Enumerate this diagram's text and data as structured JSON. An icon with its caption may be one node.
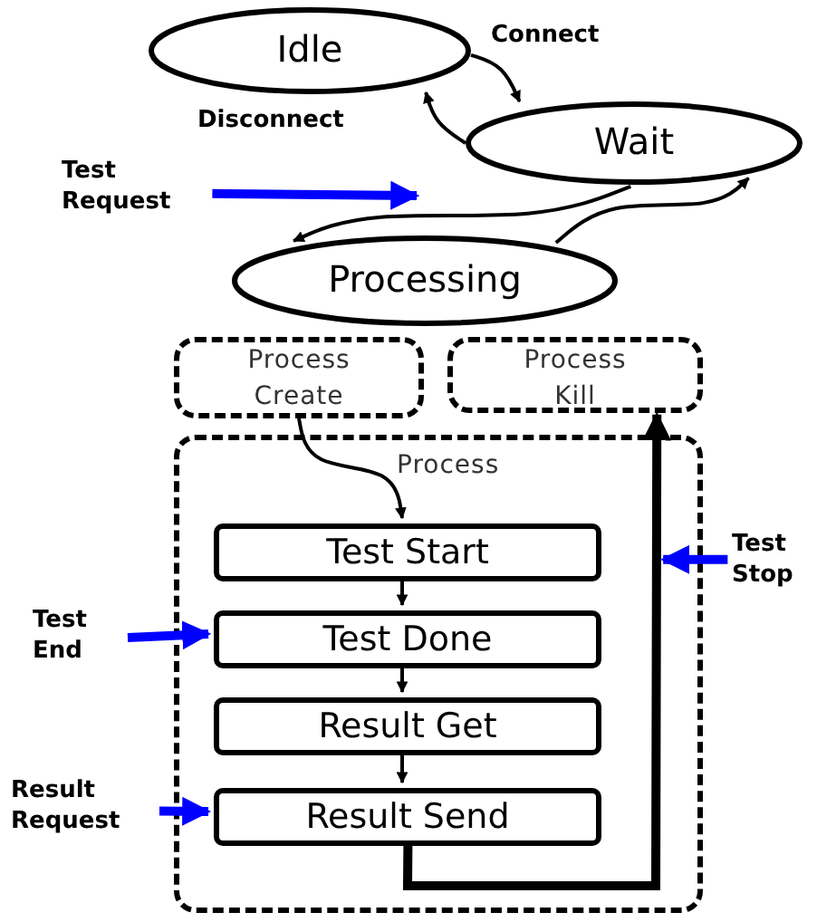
{
  "diagram": {
    "nodes": [
      {
        "text": [
          "Idle"
        ]
      },
      {
        "text": [
          "Wait"
        ]
      },
      {
        "text": [
          "Processing"
        ]
      },
      {
        "text": [
          "Process Create"
        ]
      },
      {
        "text": [
          "Process Kill"
        ]
      },
      {
        "text": [
          "Process"
        ]
      },
      {
        "text": [
          "Test Start"
        ],
        "in": 5
      },
      {
        "text": [
          "Test Done"
        ],
        "in": 5
      },
      {
        "text": [
          "Result Get"
        ],
        "in": 5
      },
      {
        "text": [
          "Result Send"
        ],
        "in": 5
      },
      {
        "text": [
          "Test Request"
        ]
      },
      {
        "text": [
          "Test End"
        ]
      },
      {
        "text": [
          "Result Request"
        ]
      },
      {
        "text": [
          "Test Stop"
        ]
      }
    ],
    "edges": [
      {
        "from": 0,
        "to": 1,
        "arrow": "to",
        "label": "Connect"
      },
      {
        "from": 1,
        "to": 0,
        "arrow": "to",
        "label": "Disconnect"
      },
      {
        "from": 1,
        "to": 2,
        "arrow": "to"
      },
      {
        "from": 2,
        "to": 1,
        "arrow": "to"
      },
      {
        "from": 3,
        "to": 6,
        "arrow": "to"
      },
      {
        "from": 6,
        "to": 7,
        "arrow": "to"
      },
      {
        "from": 7,
        "to": 8,
        "arrow": "to"
      },
      {
        "from": 8,
        "to": 9,
        "arrow": "to"
      },
      {
        "from": 9,
        "to": 4,
        "arrow": "to",
        "style": "thick"
      },
      {
        "from": 10,
        "to": 2,
        "arrow": "to",
        "style": "thick",
        "color": "#0000ff"
      },
      {
        "from": 11,
        "to": 7,
        "arrow": "to",
        "style": "thick",
        "color": "#0000ff"
      },
      {
        "from": 12,
        "to": 9,
        "arrow": "to",
        "style": "thick",
        "color": "#0000ff"
      },
      {
        "from": 13,
        "to": 5,
        "arrow": "to",
        "style": "thick",
        "color": "#0000ff"
      }
    ]
  }
}
